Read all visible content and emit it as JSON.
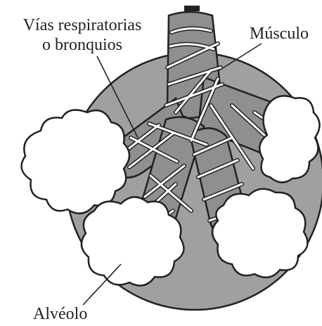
{
  "labels": {
    "airways_line1": "Vías respiratorias",
    "airways_line2": "o bronquios",
    "muscle": "Músculo",
    "alveolus": "Alvéolo"
  },
  "colors": {
    "circle_fill": "#a0a0a0",
    "airway_fill": "#8f8f8f",
    "outline": "#222222",
    "muscle_band": "#ffffff",
    "alveolus_fill": "#ffffff"
  }
}
